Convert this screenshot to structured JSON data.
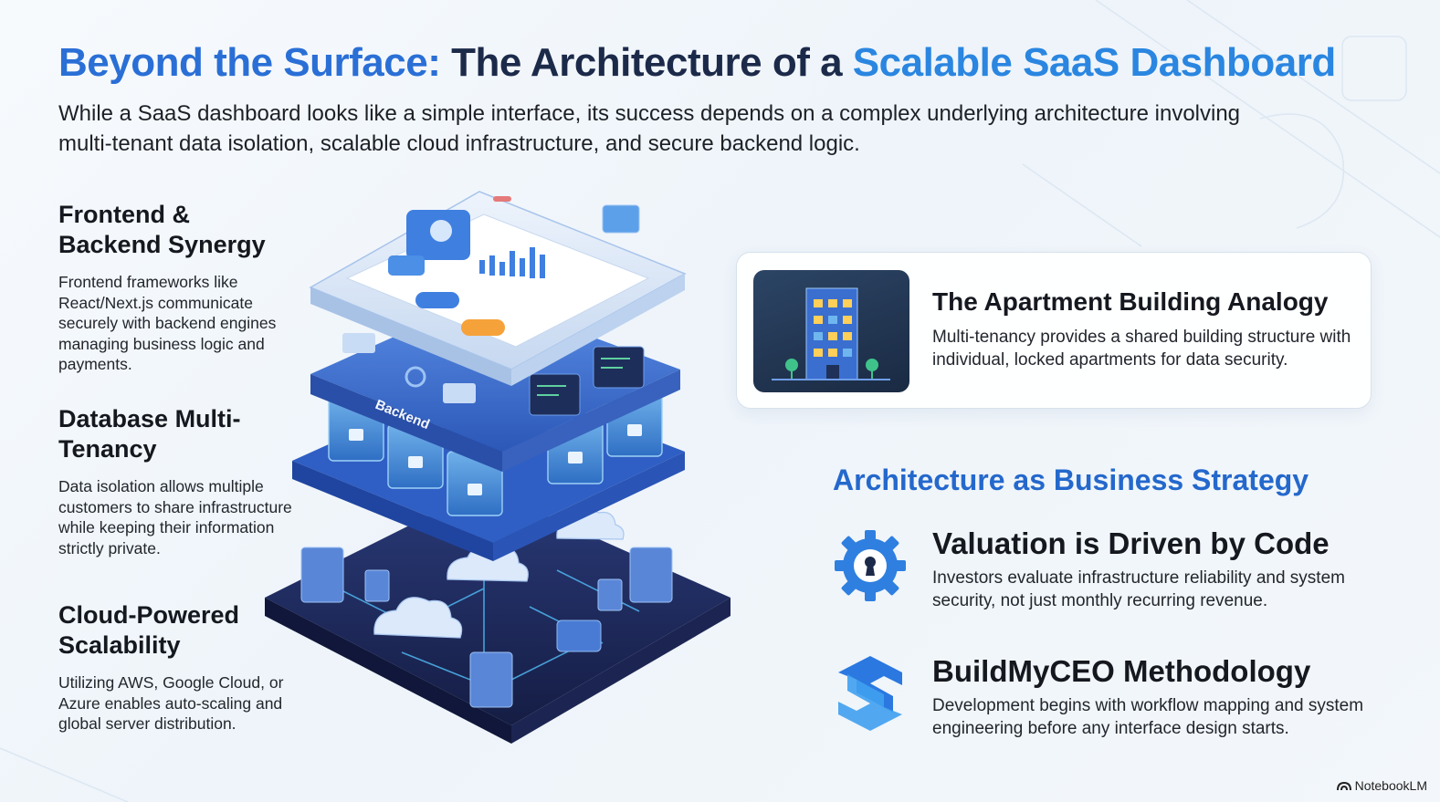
{
  "title": {
    "part1": "Beyond the Surface:",
    "part2": "The Architecture of a",
    "part3": "Scalable SaaS Dashboard"
  },
  "subtitle": "While a SaaS dashboard looks like a simple interface, its success depends on a complex underlying architecture involving multi-tenant data isolation, scalable cloud infrastructure, and secure backend logic.",
  "left_sections": [
    {
      "heading": "Frontend & Backend Synergy",
      "text": "Frontend frameworks like React/Next.js communicate securely with backend engines managing business logic and payments."
    },
    {
      "heading": "Database Multi-Tenancy",
      "text": "Data isolation allows multiple customers to share infrastructure while keeping their information strictly private."
    },
    {
      "heading": "Cloud-Powered Scalability",
      "text": "Utilizing AWS, Google Cloud, or Azure enables auto-scaling and global server distribution."
    }
  ],
  "illustration": {
    "layer_label": "Backend",
    "colors": {
      "frontend": "#cfe0f5",
      "backend": "#3d6fd0",
      "database": "#2e5cc0",
      "cloud_base": "#1f2c5e"
    }
  },
  "analogy_card": {
    "title": "The Apartment Building Analogy",
    "text": "Multi-tenancy provides a shared building structure with individual, locked apartments for data security.",
    "icon": "apartment-building-icon"
  },
  "strategy": {
    "heading": "Architecture as Business Strategy",
    "items": [
      {
        "title": "Valuation is Driven by Code",
        "text": "Investors evaluate infrastructure reliability and system security, not just monthly recurring revenue.",
        "icon": "gear-keyhole-icon"
      },
      {
        "title": "BuildMyCEO Methodology",
        "text": "Development begins with workflow mapping and system engineering before any interface design starts.",
        "icon": "interlocking-s-logo-icon"
      }
    ]
  },
  "brand": "NotebookLM",
  "accent_colors": {
    "title_blue": "#2a6fd6",
    "title_navy": "#1c2a4a",
    "strategy_blue": "#2468cc"
  }
}
